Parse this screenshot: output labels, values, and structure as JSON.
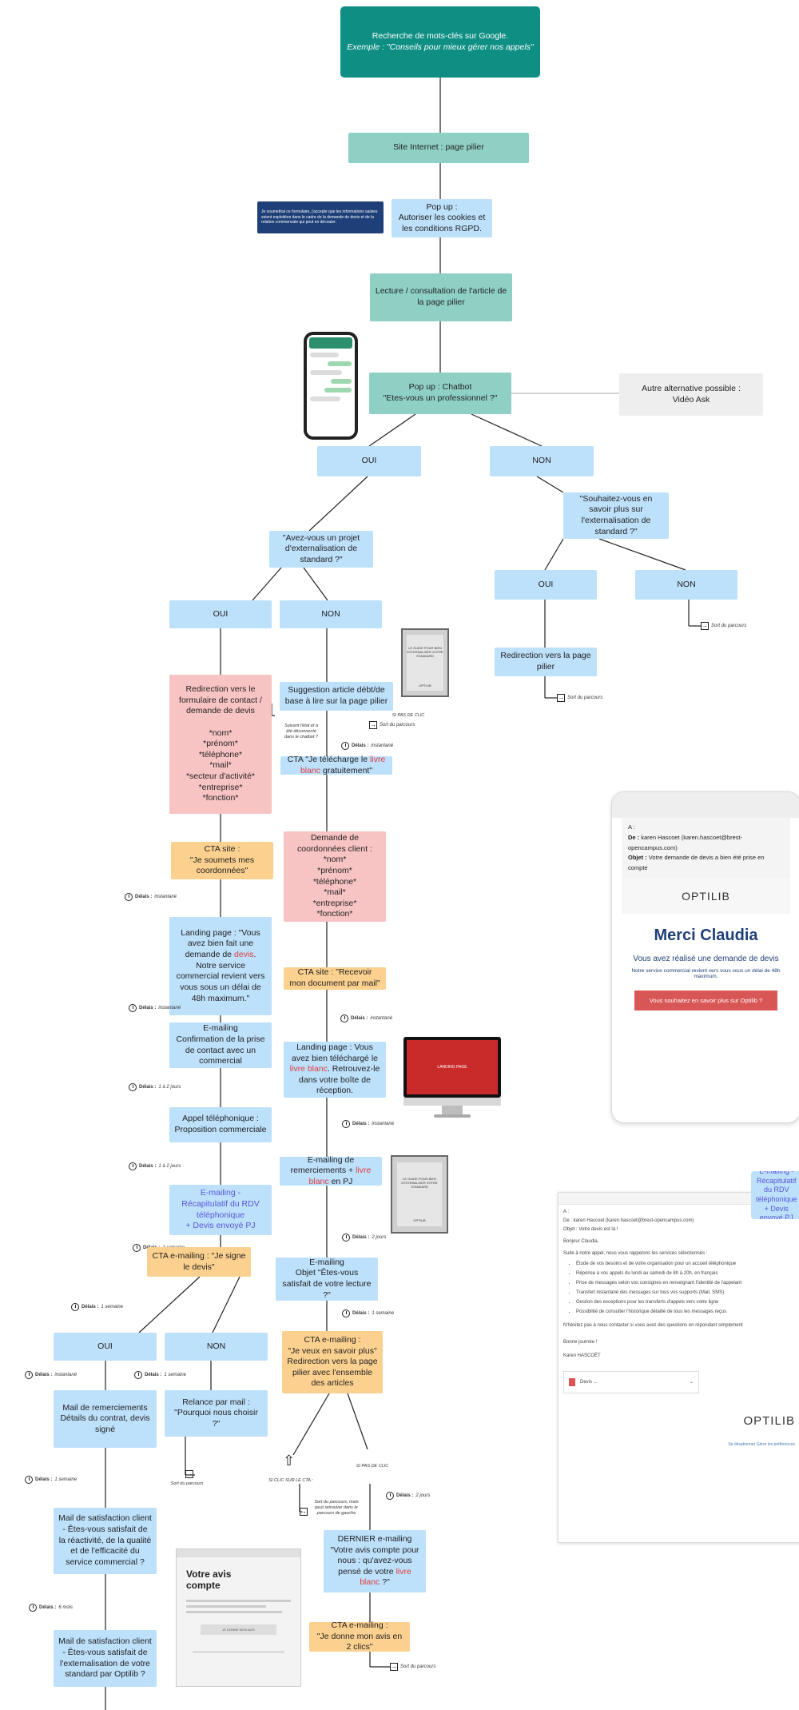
{
  "nodes": {
    "n1": {
      "line1": "Recherche de mots-clés sur Google.",
      "line2": "Exemple : \"Conseils pour mieux gérer nos appels\""
    },
    "n2": "Site Internet : page pilier",
    "n3": "Pop up :\nAutoriser les cookies et les conditions RGPD.",
    "n3note": "Je soumettrai ce formulaire, j'accepte que les informations saisies soient exploitées dans le cadre de la demande de devis et de la relation commerciale qui peut en découler.",
    "n4": "Lecture / consultation de l'article de la page pilier",
    "n5": "Pop up : Chatbot\n\"Etes-vous un professionnel ?\"",
    "n5alt": "Autre alternative possible :\nVidéo Ask",
    "oui1": "OUI",
    "non1": "NON",
    "q_ext": "\"Souhaitez-vous en savoir plus sur l'externalisation de standard ?\"",
    "oui3": "OUI",
    "non3": "NON",
    "redirect_pilier": "Redirection vers la page pilier",
    "q_projet": "\"Avez-vous un projet d'externalisation de standard ?\"",
    "oui2": "OUI",
    "non2": "NON",
    "form": "Redirection vers le formulaire de contact / demande de devis\n\n*nom*\n*prénom*\n*téléphone*\n*mail*\n*secteur d'activité*\n*entreprise*\n*fonction*",
    "cta_site1": "CTA site :\n\"Je soumets mes coordonnées\"",
    "landing1": {
      "a": "Landing page : \"Vous avez bien fait une demande de ",
      "b": "devis",
      "c": ". Notre service commercial revient vers vous sous un délai de 48h maximum.\""
    },
    "emailing_conf": "E-mailing\nConfirmation de la prise de contact avec un commercial",
    "appel": "Appel téléphonique :\nProposition commerciale",
    "recap": "E-mailing -\nRécapitulatif du RDV téléphonique\n+ Devis envoyé PJ",
    "cta_signe": "CTA e-mailing : \"Je signe le devis\"",
    "oui4": "OUI",
    "non4": "NON",
    "mail_remerciements": "Mail de remerciements\nDétails du contrat, devis signé",
    "relance": "Relance par mail :\n\"Pourquoi nous choisir ?\"",
    "mail_satisf1": "Mail de satisfaction client - Êtes-vous satisfait de la réactivité, de la qualité et de l'efficacité du service commercial ?",
    "mail_satisf2": "Mail de satisfaction client - Êtes-vous satisfait de l'externalisation de votre standard par Optilib ?",
    "suggestion": "Suggestion article débt/de base à lire sur la page pilier",
    "cta_livre": {
      "a": "CTA \"Je télécharge le ",
      "b": "livre blanc",
      "c": " gratuitement\""
    },
    "demande_coord": "Demande de coordonnées client :\n*nom*\n*prénom*\n*téléphone*\n*mail*\n*entreprise*\n*fonction*",
    "cta_site2": "CTA site : \"Recevoir mon document par mail\"",
    "landing2": {
      "a": "Landing page : Vous avez bien téléchargé le ",
      "b": "livre blanc",
      "c": ". Retrouvez-le dans votre boîte de réception."
    },
    "emailing_remerc": {
      "a": "E-mailing de remerciements + ",
      "b": "livre blanc",
      "c": " en PJ"
    },
    "emailing_objet": "E-mailing\nObjet \"Êtes-vous satisfait de votre lecture ?\"",
    "cta_savoir": "CTA e-mailing :\n\"Je veux en savoir plus\"\nRedirection vers la page pilier avec l'ensemble des articles",
    "dernier": {
      "a": "DERNIER e-mailing\n\"Votre avis compte pour nous : qu'avez-vous pensé de votre ",
      "b": "livre blanc",
      "c": " ?\""
    },
    "cta_avis": "CTA e-mailing :\n\"Je donne mon avis en 2 clics\""
  },
  "labels": {
    "delai_prefix": "Délais :",
    "instantane": "instantané",
    "d1a2": "1 à 2 jours",
    "semaine": "1 semaine",
    "mois": "6 mois",
    "jours2": "2 jours",
    "sortie": "Sort du parcours",
    "si_clic": "SI CLIC SUR LE CTA :",
    "si_pas": "SI PAS DE CLIC",
    "sort_note": "Sort du parcours, mais peut retrouver dans le parcours de gauche",
    "note_suggest": "Suivant l'état et a été déconnecté dans le chatbot ?",
    "si_pas2": "SI PAS DE CLIC"
  },
  "email1": {
    "a": "A :",
    "de_label": "De :",
    "de": "karen Hascoet (karen.hascoet@brest-opencampus.com)",
    "objet_label": "Objet :",
    "objet": "Votre demande de devis a bien été prise en compte",
    "brand": "OPTILIB",
    "merci": "Merci Claudia",
    "realise": "Vous avez réalisé une demande de devis",
    "note": "Notre service commercial revient vers vous sous un délai de 48h maximum.",
    "button": "Vous souhaitez en savoir plus sur Optilib ?"
  },
  "email2": {
    "a": "A :",
    "de": "De : karen Hascoet (karen.hascoet@brest-opencampus.com)",
    "objet": "Objet : Votre devis est là !",
    "bonjour": "Bonjour Claudia,",
    "suite": "Suite à notre appel, nous vous rappelons les services sélectionnés :",
    "items": [
      "Étude de vos besoins et de votre organisation pour un accueil téléphonique",
      "Réponse à vos appels du lundi au samedi de 8h à 20h, en français",
      "Prise de messages selon vos consignes en renseignant l'identité de l'appelant",
      "Transfert instantané des messages sur tous vos supports (Mail, SMS)",
      "Gestion des exceptions pour les transferts d'appels vers votre ligne",
      "Possibilité de consulter l'historique détaillé de tous les messages reçus"
    ],
    "hesitez": "N'hésitez pas à nous contacter si vous avez des questions en répondant simplement",
    "bonne": "Bonne journée !",
    "signature": "Karen HASCOËT",
    "attachment": "Devis ...",
    "brand": "OPTILIB",
    "desabonner": "Se désabonner Gérer les préférences"
  },
  "side_tag": "E-mailing - Récapitulatif du RDV téléphonique + Devis envoyé PJ",
  "avis_mock": {
    "title": "Votre avis compte",
    "button": "JE DONNE MON AVIS"
  },
  "landing_mock": "LANDING PAGE",
  "livre_cover": "LE GUIDE POUR BIEN EXTERNALISER VOTRE STANDARD",
  "brand_small": "OPTILIB"
}
